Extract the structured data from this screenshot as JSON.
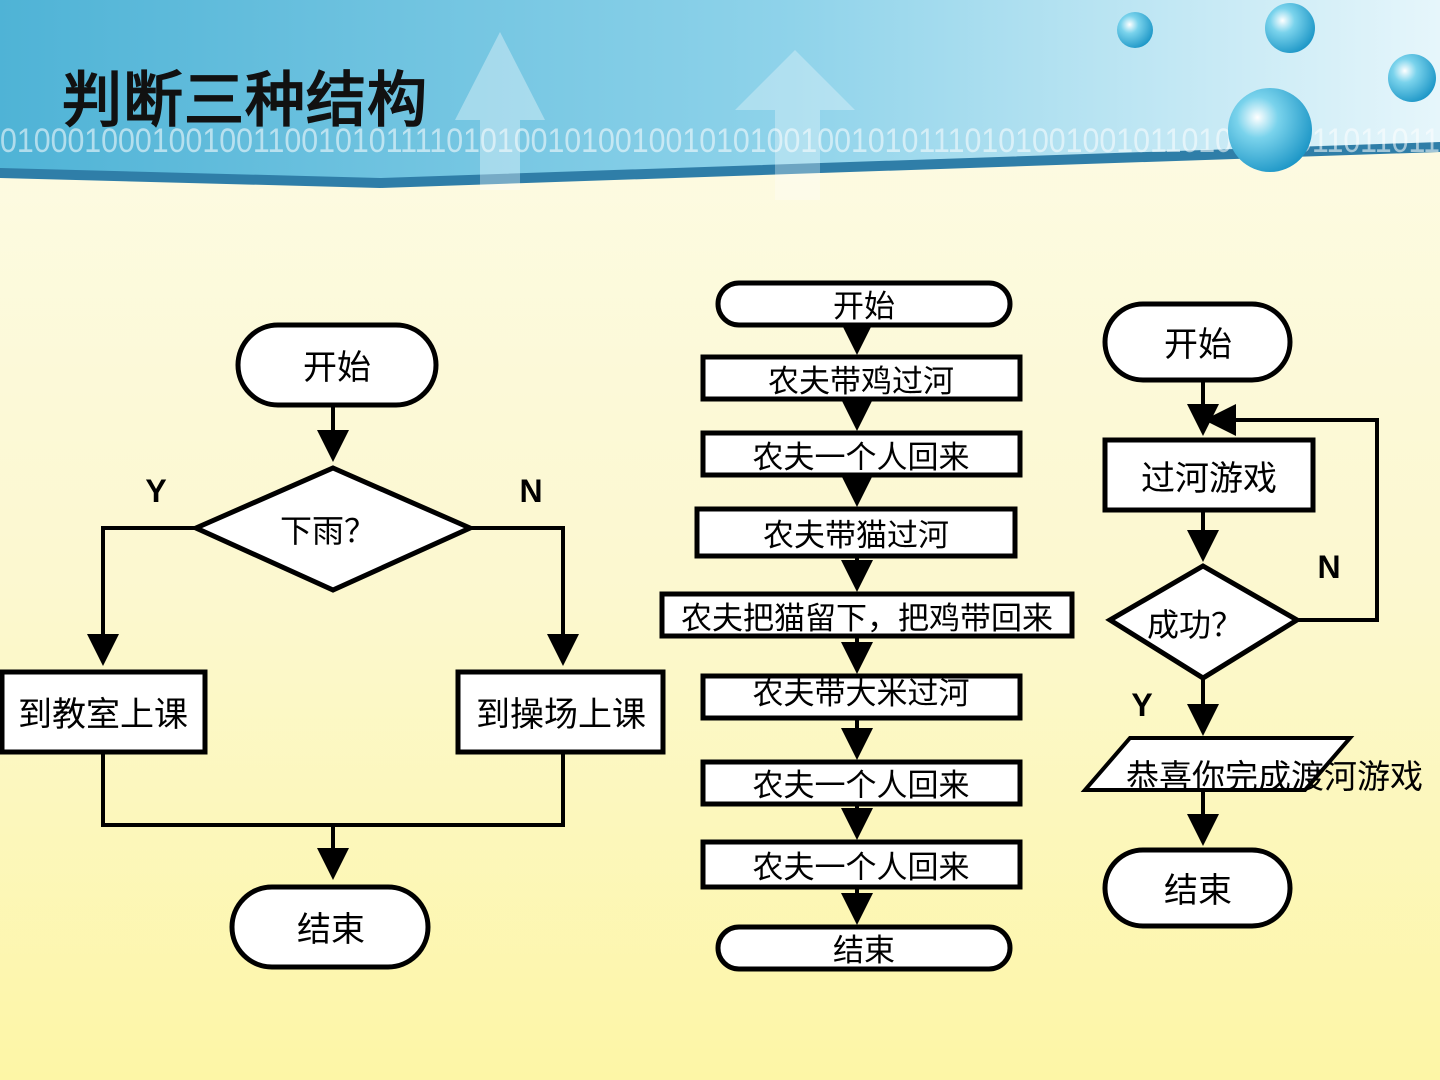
{
  "slide": {
    "title": "判断三种结构",
    "binary_strip": "010001000100100110010101111010100101001001010100100101011101010010010110100111011011011"
  },
  "flow_selection": {
    "start": "开始",
    "decision": "下雨？",
    "yes": "Y",
    "no": "N",
    "yes_action": "到教室上课",
    "no_action": "到操场上课",
    "end": "结束"
  },
  "flow_sequence": {
    "start": "开始",
    "steps": [
      "农夫带鸡过河",
      "农夫一个人回来",
      "农夫带猫过河",
      "农夫把猫留下，把鸡带回来",
      "农夫带大米过河",
      "农夫一个人回来",
      "农夫一个人回来"
    ],
    "end": "结束"
  },
  "flow_loop": {
    "start": "开始",
    "process": "过河游戏",
    "decision": "成功？",
    "no": "N",
    "yes": "Y",
    "output": "恭喜你完成渡河游戏",
    "end": "结束"
  }
}
